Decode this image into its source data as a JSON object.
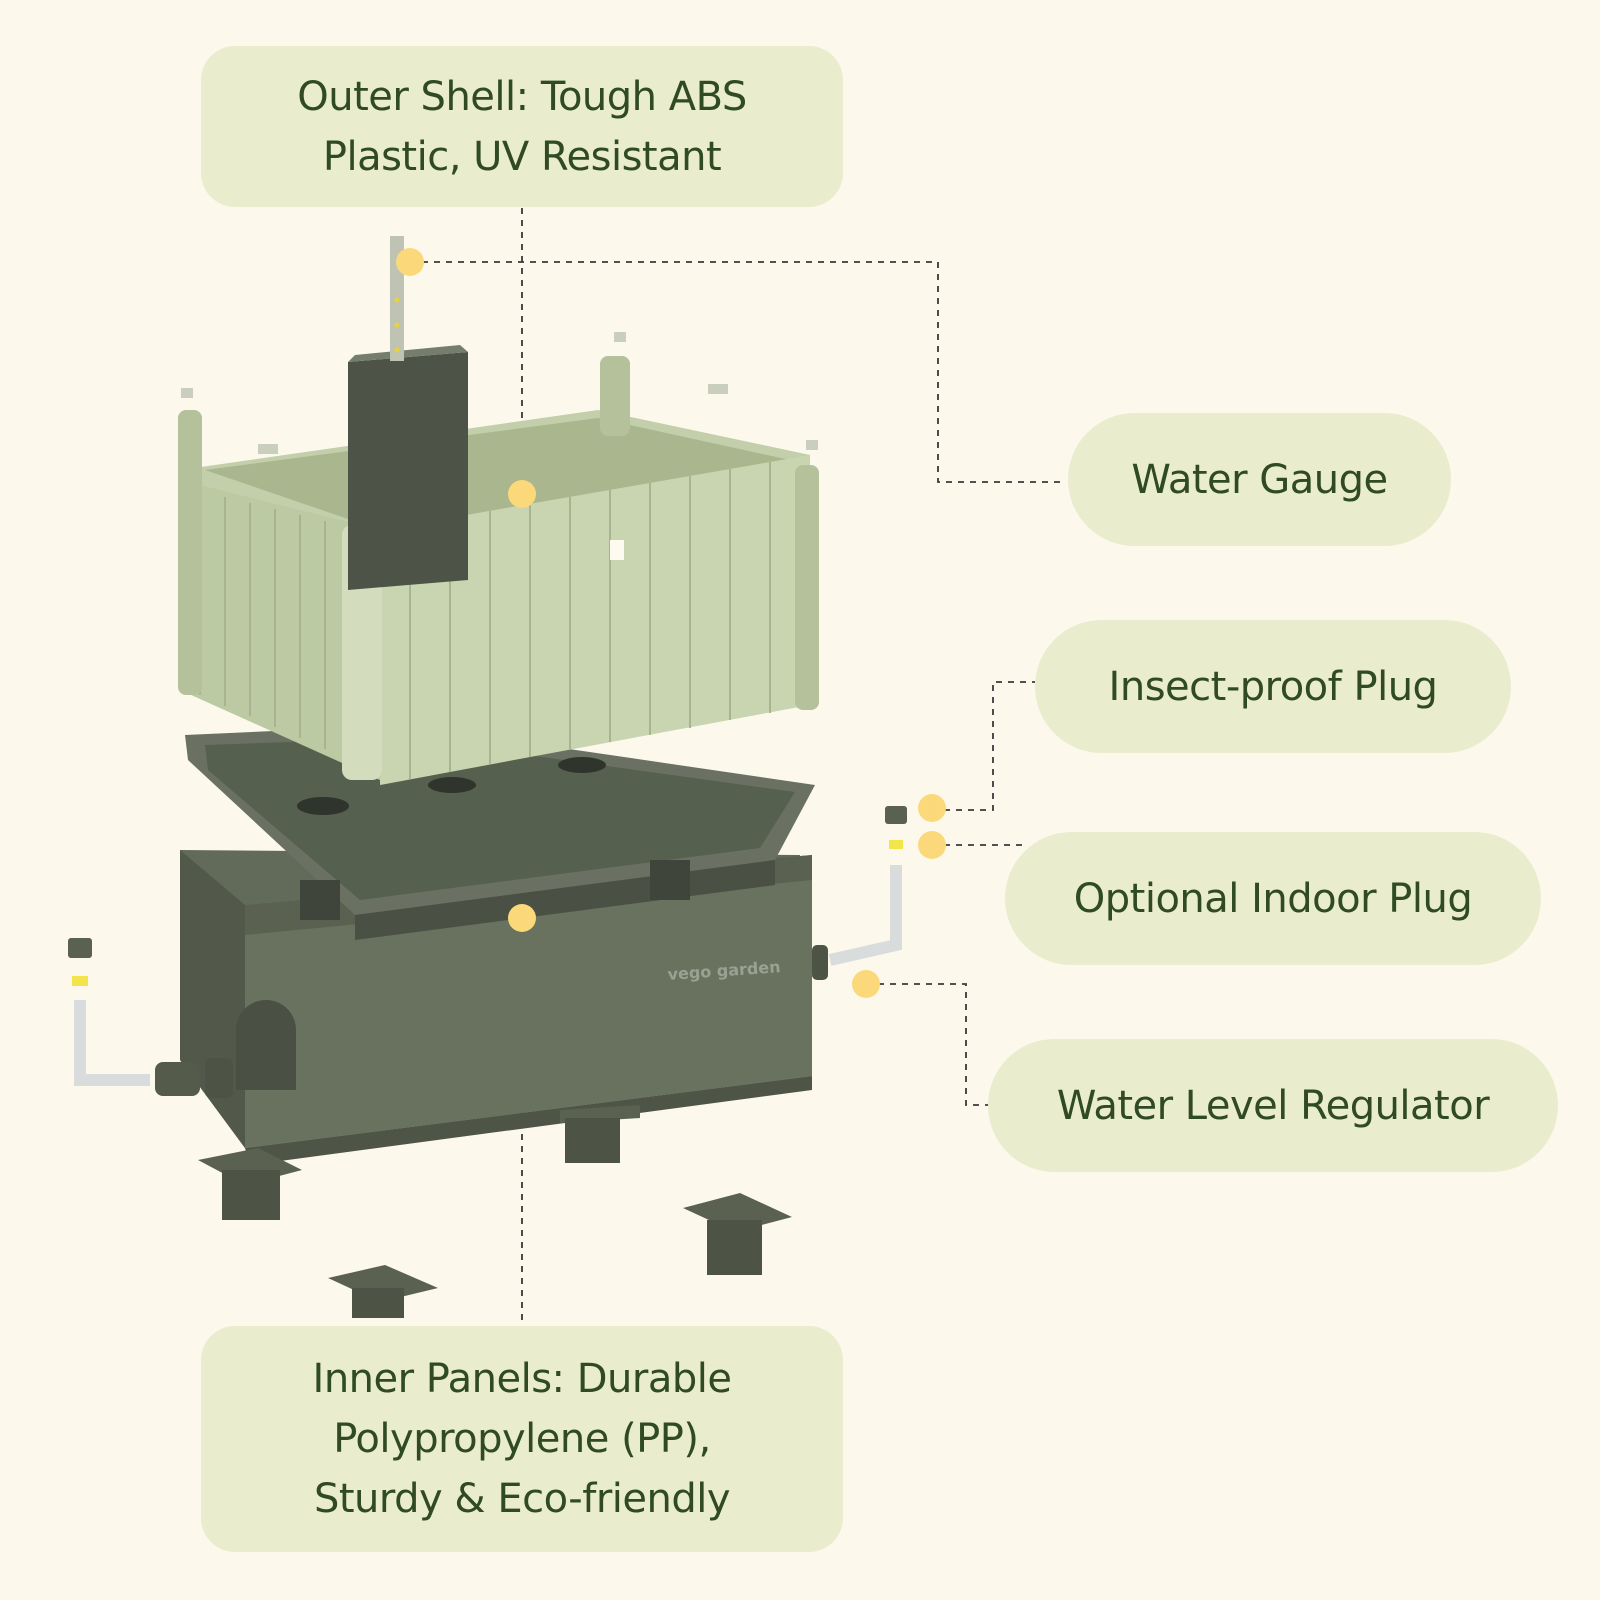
{
  "callouts": {
    "outer_shell": "Outer Shell: Tough ABS\nPlastic, UV Resistant",
    "water_gauge": "Water Gauge",
    "insect_plug": "Insect-proof Plug",
    "indoor_plug": "Optional Indoor Plug",
    "regulator": "Water Level Regulator",
    "inner_panels": "Inner Panels: Durable\nPolypropylene (PP),\nSturdy & Eco-friendly"
  },
  "product": {
    "brand_mark": "vego garden"
  },
  "colors": {
    "background": "#fcf9ec",
    "callout_fill": "#e9eccd",
    "callout_text": "#2f4a25",
    "marker": "#fbd97a",
    "shell_green": "#c5d1ad",
    "base_gray": "#5f6657"
  }
}
